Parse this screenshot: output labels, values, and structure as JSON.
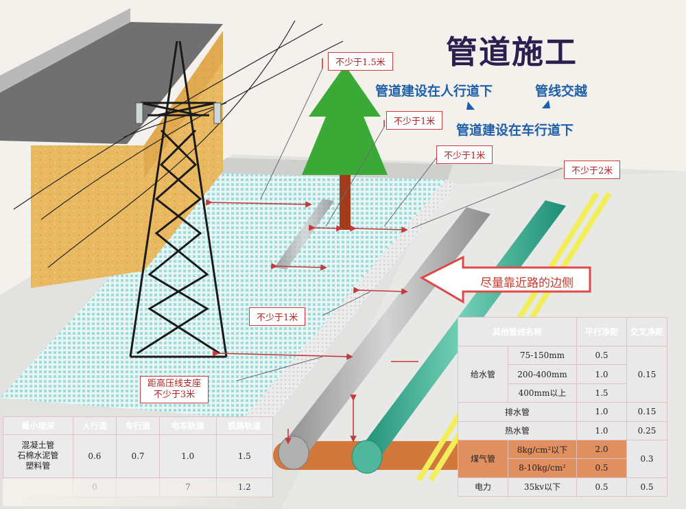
{
  "title": "管道施工",
  "texts": {
    "sidewalk": "管道建设在人行道下",
    "crossing": "管线交越",
    "roadway": "管道建设在车行道下",
    "edge": "尽量靠近路的边侧"
  },
  "labels": {
    "d15": "不少于1.5米",
    "d1a": "不少于1米",
    "d1b": "不少于1米",
    "d2": "不少于2米",
    "d1c": "不少于1米",
    "tower1": "距高压线支座",
    "tower2": "不少于3米"
  },
  "depth_table": {
    "headers": [
      "最小埋深",
      "人行道",
      "车行道",
      "电车轨道",
      "铁路轨道"
    ],
    "row1_label": [
      "混凝土管",
      "石棉水泥管",
      "塑料管"
    ],
    "row1": [
      "0.6",
      "0.7",
      "1.0",
      "1.5"
    ],
    "row2": [
      "",
      "0",
      "",
      "7",
      "1.2"
    ]
  },
  "spacing_table": {
    "h1": "其他管线名称",
    "h2": "平行净距",
    "h3": "交叉净距",
    "water": "给水管",
    "water_rows": [
      {
        "size": "75-150mm",
        "p": "0.5"
      },
      {
        "size": "200-400mm",
        "p": "1.0"
      },
      {
        "size": "400mm以上",
        "p": "1.5"
      }
    ],
    "water_cross": "0.15",
    "drain": {
      "name": "排水管",
      "p": "1.0",
      "c": "0.15"
    },
    "heat": {
      "name": "热水管",
      "p": "1.0",
      "c": "0.25"
    },
    "gas": "煤气管",
    "gas_rows": [
      {
        "size": "8kg/cm²以下",
        "p": "2.0"
      },
      {
        "size": "8-10kg/cm²",
        "p": "0.5"
      }
    ],
    "gas_cross": "0.3",
    "power": {
      "name": "电力",
      "size": "35kv以下",
      "p": "0.5",
      "c": "0.5"
    }
  },
  "colors": {
    "accent": "#a61f5a",
    "label_red": "#d23a3a",
    "tree": "#3aa935",
    "blue_text": "#1d5fa8"
  }
}
